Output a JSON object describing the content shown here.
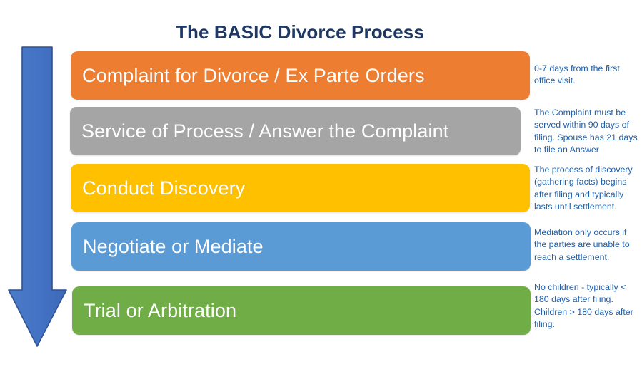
{
  "title": "The BASIC Divorce Process",
  "title_color": "#1F3864",
  "note_color": "#1F5FA9",
  "arrow": {
    "icon": "down-arrow-icon",
    "fill": "#4472C4",
    "stroke": "#2F528F"
  },
  "stages": [
    {
      "label": "Complaint for Divorce / Ex Parte Orders",
      "color": "#ED7D31",
      "note": "0-7 days from the first office visit."
    },
    {
      "label": "Service of Process / Answer the Complaint",
      "color": "#A5A5A5",
      "note": "The Complaint must be served within 90 days of filing.  Spouse has 21 days to file an Answer"
    },
    {
      "label": "Conduct Discovery",
      "color": "#FFC000",
      "note": "The process of discovery (gathering facts) begins after filing and typically lasts until settlement."
    },
    {
      "label": "Negotiate or Mediate",
      "color": "#5B9BD5",
      "note": "Mediation only occurs if the parties are unable to reach a settlement."
    },
    {
      "label": "Trial or Arbitration",
      "color": "#70AD47",
      "note": "No children - typically < 180 days after filing. Children > 180 days after filing."
    }
  ]
}
